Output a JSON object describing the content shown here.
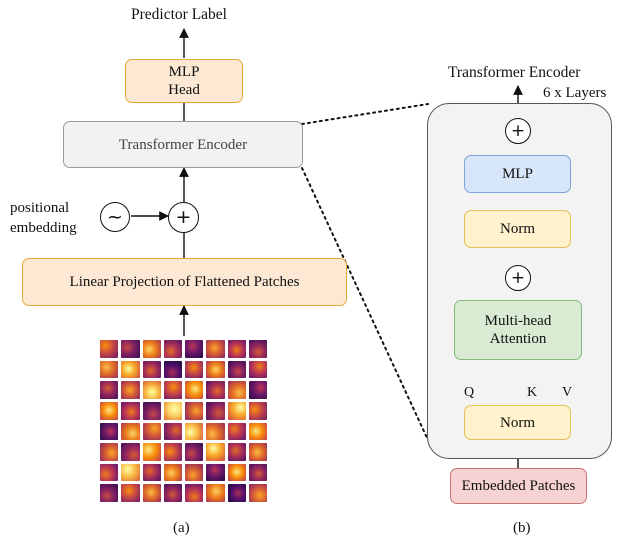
{
  "left": {
    "output_label": "Predictor Label",
    "mlp_head": [
      "MLP",
      "Head"
    ],
    "encoder_label": "Transformer Encoder",
    "pos_label": [
      "positional",
      "embedding"
    ],
    "pos_symbol": "~",
    "plus_symbol": "+",
    "projection_label": "Linear Projection of Flattened Patches",
    "caption": "(a)"
  },
  "right": {
    "title": "Transformer Encoder",
    "layers": "6 x Layers",
    "plus_symbol": "+",
    "mlp": "MLP",
    "norm": "Norm",
    "attention": [
      "Multi-head",
      "Attention"
    ],
    "q": "Q",
    "k": "K",
    "v": "V",
    "input_label": "Embedded Patches",
    "caption": "(b)"
  },
  "colors": {
    "orange_fill": "#fde9d3",
    "orange_stroke": "#e6a93c",
    "blue_fill": "#d8e6f9",
    "green_fill": "#d9ecd3",
    "yellow_fill": "#fff2cc",
    "red_fill": "#f6d2d2"
  },
  "patches": [
    [
      0.55,
      0.35,
      0.7,
      0.45,
      0.3,
      0.6,
      0.5,
      0.4
    ],
    [
      0.65,
      0.8,
      0.45,
      0.25,
      0.55,
      0.7,
      0.35,
      0.5
    ],
    [
      0.4,
      0.6,
      0.85,
      0.55,
      0.75,
      0.45,
      0.65,
      0.3
    ],
    [
      0.75,
      0.5,
      0.35,
      0.9,
      0.6,
      0.4,
      0.8,
      0.55
    ],
    [
      0.3,
      0.7,
      0.6,
      0.45,
      0.85,
      0.65,
      0.5,
      0.75
    ],
    [
      0.6,
      0.4,
      0.75,
      0.55,
      0.35,
      0.8,
      0.45,
      0.65
    ],
    [
      0.5,
      0.85,
      0.45,
      0.7,
      0.6,
      0.3,
      0.75,
      0.4
    ],
    [
      0.35,
      0.55,
      0.65,
      0.4,
      0.5,
      0.7,
      0.25,
      0.6
    ]
  ]
}
